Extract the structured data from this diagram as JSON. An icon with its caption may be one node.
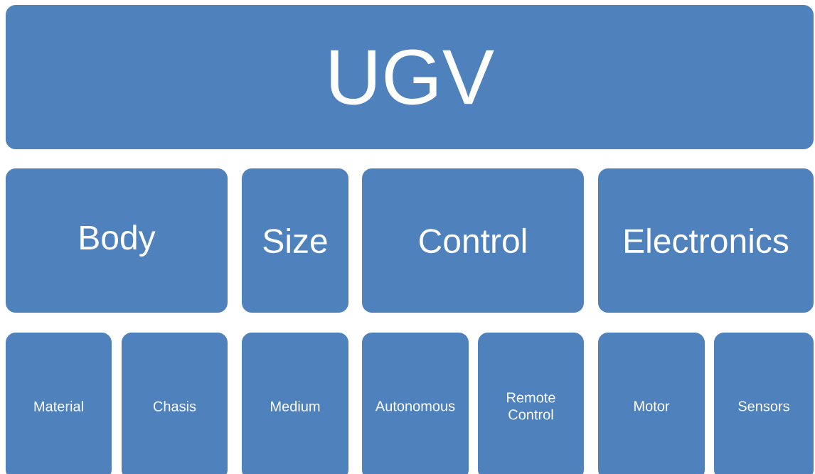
{
  "diagram": {
    "nodes": [
      {
        "text": [
          "UGV"
        ]
      },
      {
        "text": [
          "Body"
        ]
      },
      {
        "text": [
          "Size"
        ]
      },
      {
        "text": [
          "Control"
        ]
      },
      {
        "text": [
          "Electronics"
        ]
      },
      {
        "text": [
          "Material"
        ]
      },
      {
        "text": [
          "Chasis"
        ]
      },
      {
        "text": [
          "Medium"
        ]
      },
      {
        "text": [
          "Autonomous"
        ]
      },
      {
        "text": [
          "Remote Control"
        ]
      },
      {
        "text": [
          "Motor"
        ]
      },
      {
        "text": [
          "Sensors"
        ]
      }
    ]
  }
}
